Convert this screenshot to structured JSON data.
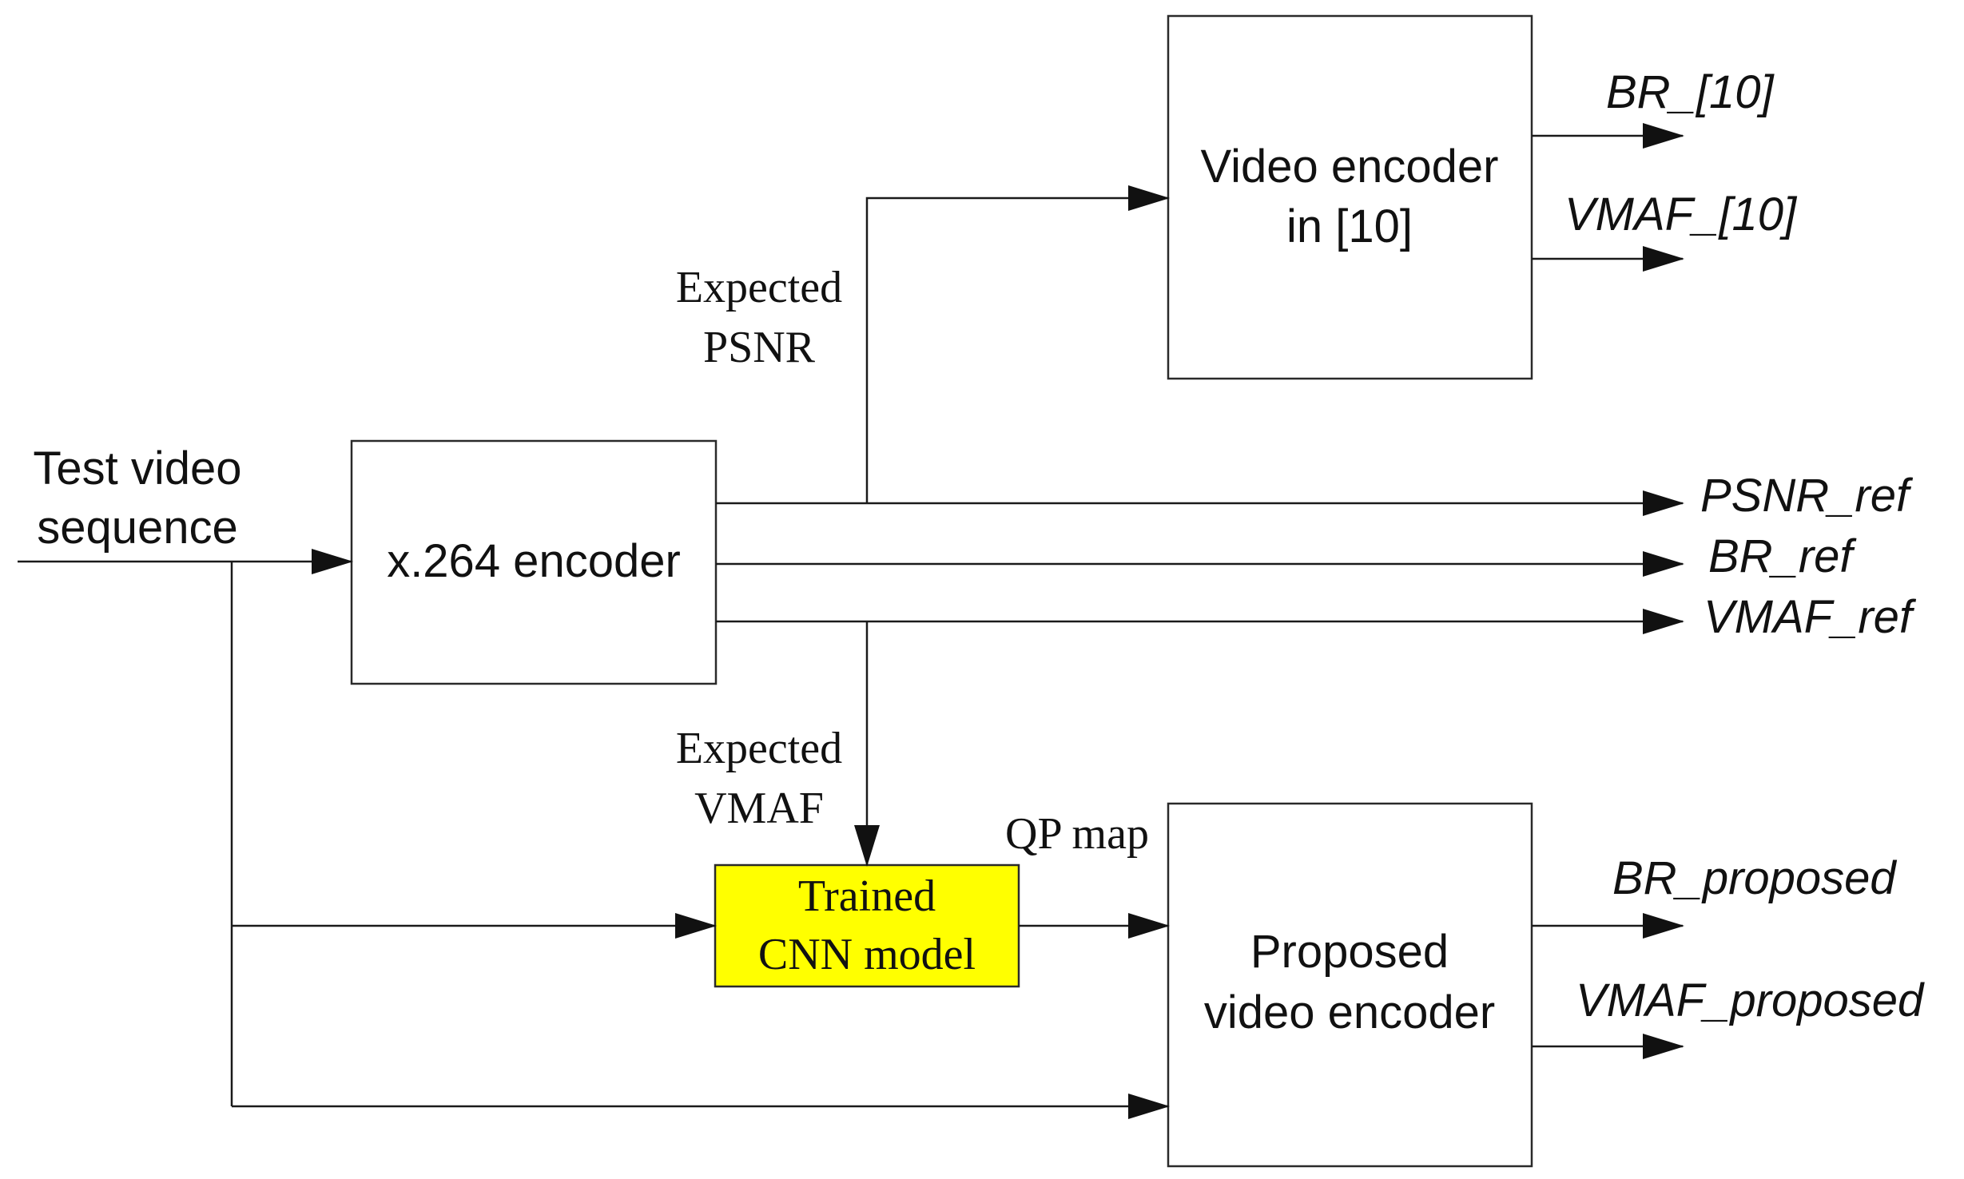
{
  "boxes": {
    "x264": {
      "label": "x.264 encoder"
    },
    "ref_encoder": {
      "label_line1": "Video encoder",
      "label_line2": "in [10]"
    },
    "cnn": {
      "label_line1": "Trained",
      "label_line2": "CNN model",
      "fill": "#ffff00"
    },
    "proposed": {
      "label_line1": "Proposed",
      "label_line2": "video encoder"
    }
  },
  "labels": {
    "input_line1": "Test video",
    "input_line2": "sequence",
    "expected_psnr_line1": "Expected",
    "expected_psnr_line2": "PSNR",
    "expected_vmaf_line1": "Expected",
    "expected_vmaf_line2": "VMAF",
    "qp_map": "QP map"
  },
  "outputs": {
    "br_10": "BR_[10]",
    "vmaf_10": "VMAF_[10]",
    "psnr_ref": "PSNR_ref",
    "br_ref": "BR_ref",
    "vmaf_ref": "VMAF_ref",
    "br_proposed": "BR_proposed",
    "vmaf_proposed": "VMAF_proposed"
  }
}
